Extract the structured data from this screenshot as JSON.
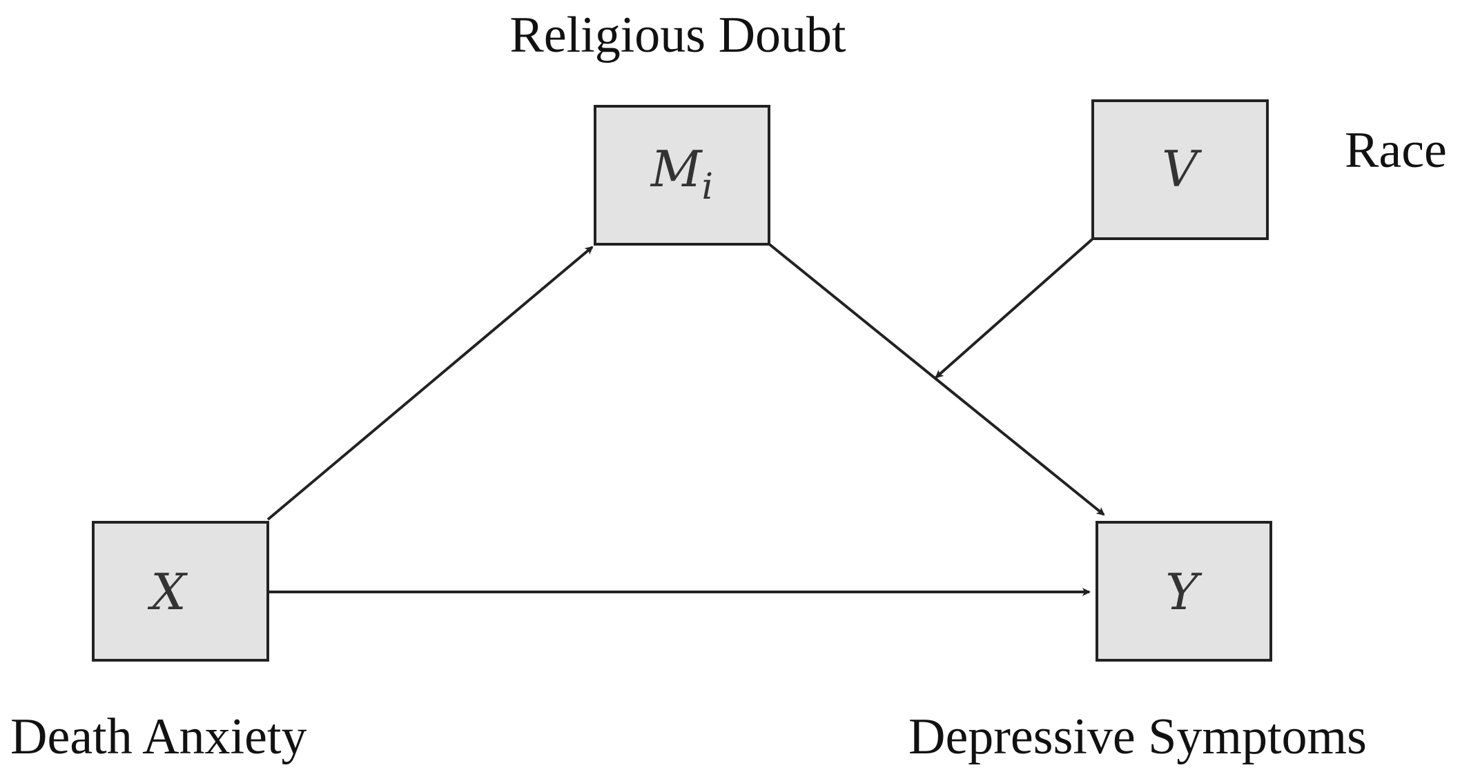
{
  "nodes": {
    "x": {
      "symbol": "X",
      "caption": "Death Anxiety"
    },
    "m": {
      "symbol": "M",
      "subscript": "i",
      "caption": "Religious Doubt"
    },
    "v": {
      "symbol": "V",
      "caption": "Race"
    },
    "y": {
      "symbol": "Y",
      "caption": "Depressive Symptoms"
    }
  },
  "edges": [
    {
      "from": "x",
      "to": "m",
      "meaning": "Death Anxiety → Religious Doubt"
    },
    {
      "from": "m",
      "to": "y",
      "meaning": "Religious Doubt → Depressive Symptoms"
    },
    {
      "from": "x",
      "to": "y",
      "meaning": "Death Anxiety → Depressive Symptoms"
    },
    {
      "from": "v",
      "to": "m-y path",
      "meaning": "Race moderates Religious Doubt → Depressive Symptoms"
    }
  ]
}
